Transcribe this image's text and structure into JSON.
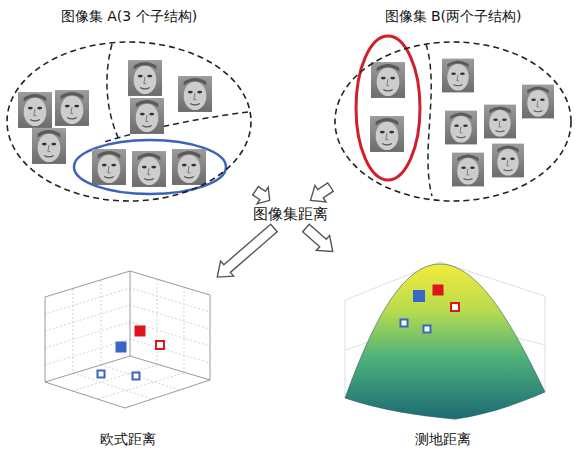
{
  "diagram": {
    "nodes": [
      {
        "text": [
          "图像集 A(3 个子结构)"
        ]
      },
      {
        "text": [
          "图像集 B(两个子结构)"
        ]
      },
      {
        "text": [
          "图像集距离"
        ]
      },
      {
        "text": [
          "欧式距离"
        ]
      },
      {
        "text": [
          "测地距离"
        ]
      }
    ],
    "edges": [
      {
        "from": 0,
        "to": 2,
        "arrow": "to"
      },
      {
        "from": 1,
        "to": 2,
        "arrow": "to"
      },
      {
        "from": 2,
        "to": 3,
        "arrow": "to"
      },
      {
        "from": 2,
        "to": 4,
        "arrow": "to"
      }
    ]
  }
}
